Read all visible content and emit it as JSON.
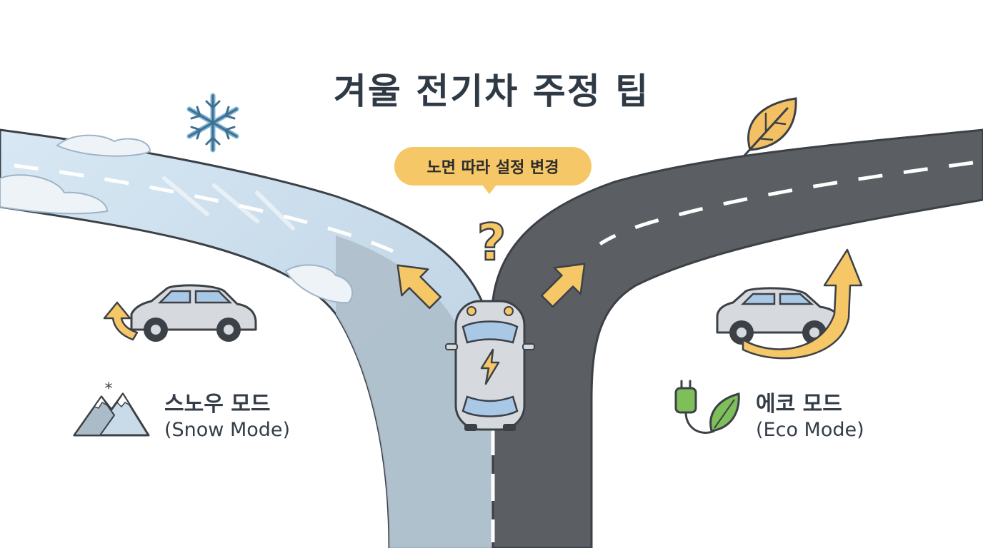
{
  "title": "겨울 전기차 주정 팁",
  "bubble_text": "노면 따라 설정 변경",
  "snow_mode": {
    "name": "스노우 모드",
    "english": "(Snow Mode)"
  },
  "eco_mode": {
    "name": "에코 모드",
    "english": "(Eco Mode)"
  },
  "colors": {
    "title_text": "#2f3a45",
    "bubble": "#f6c767",
    "arrow": "#f6c767",
    "icy_road": "#c9dbe9",
    "snow_road": "#aabcc8",
    "asphalt_road": "#5b5e63",
    "road_outline": "#3c4147",
    "car_body": "#d6d9dd",
    "car_window": "#a9c8e6",
    "snowflake": "#7eb4d6",
    "leaf": "#f3c163",
    "plug_leaf": "#7fbf5a"
  },
  "icons": [
    "snowflake-icon",
    "leaf-icon",
    "question-mark-icon",
    "lightning-bolt-icon",
    "mountain-icon",
    "plug-icon",
    "car-icon",
    "arrow-icon"
  ]
}
